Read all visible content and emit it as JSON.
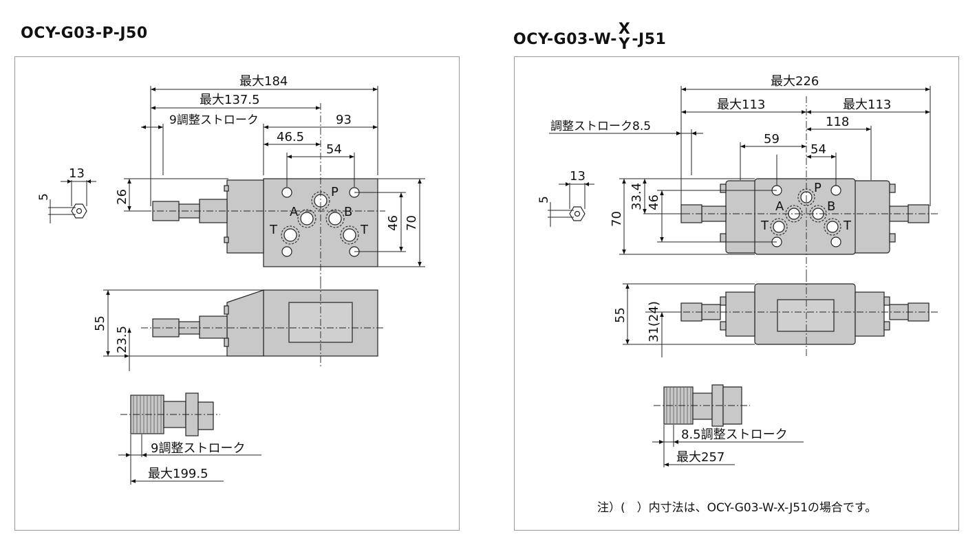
{
  "left": {
    "title": "OCY-G03-P-J50",
    "dims": {
      "max184": "最大184",
      "max137": "最大137.5",
      "stroke9": "9調整ストローク",
      "d93": "93",
      "d465": "46.5",
      "d54": "54",
      "d13": "13",
      "d5": "5",
      "d26": "26",
      "d46": "46",
      "d70": "70",
      "d55": "55",
      "d235": "23.5",
      "stroke9b": "9調整ストローク",
      "max1995": "最大199.5"
    },
    "ports": {
      "p": "P",
      "a": "A",
      "b": "B",
      "t1": "T",
      "t2": "T"
    }
  },
  "right": {
    "title_prefix": "OCY-G03-W-",
    "title_x": "X",
    "title_y": "Y",
    "title_suffix": "-J51",
    "dims": {
      "max226": "最大226",
      "max113a": "最大113",
      "max113b": "最大113",
      "stroke85": "調整ストローク8.5",
      "d118": "118",
      "d59": "59",
      "d54": "54",
      "d13": "13",
      "d5": "5",
      "d70": "70",
      "d334": "33.4",
      "d46": "46",
      "d55": "55",
      "d31": "31(24)",
      "stroke85b": "8.5調整ストローク",
      "max257": "最大257"
    },
    "ports": {
      "p": "P",
      "a": "A",
      "b": "B",
      "t1": "T",
      "t2": "T"
    },
    "note": "注）(　）内寸法は、OCY-G03-W-X-J51の場合です。"
  }
}
